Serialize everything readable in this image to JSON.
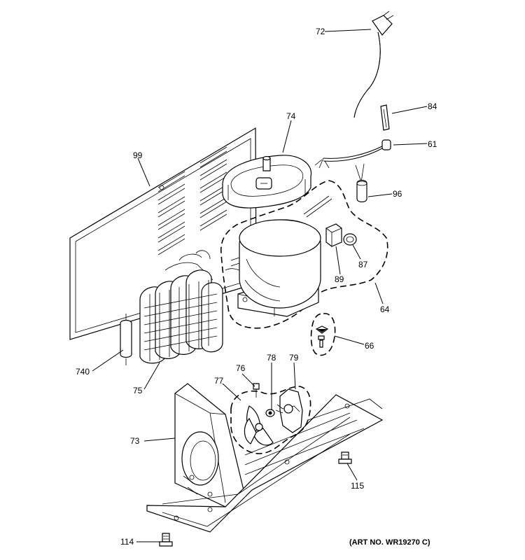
{
  "callouts": {
    "c72": "72",
    "c84": "84",
    "c61": "61",
    "c74": "74",
    "c99": "99",
    "c96": "96",
    "c87": "87",
    "c89": "89",
    "c64": "64",
    "c66": "66",
    "c740": "740",
    "c75": "75",
    "c76": "76",
    "c78": "78",
    "c79": "79",
    "c77": "77",
    "c73": "73",
    "c115": "115",
    "c114": "114"
  },
  "art_number": "(ART NO. WR19270 C)"
}
